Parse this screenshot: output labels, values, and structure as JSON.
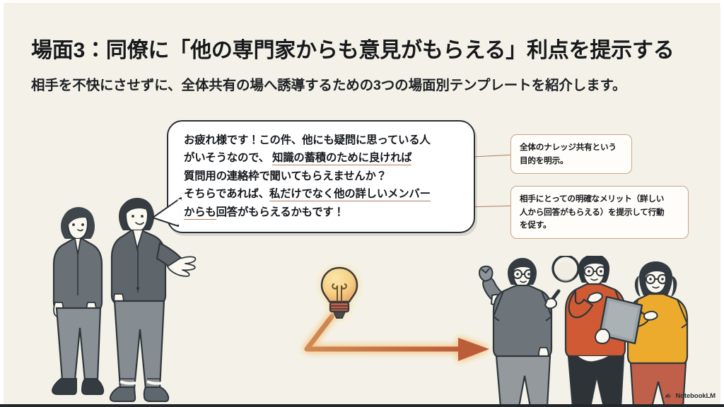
{
  "slide": {
    "title": "場面3：同僚に「他の専門家からも意見がもらえる」利点を提示する",
    "subtitle": "相手を不快にさせずに、全体共有の場へ誘導するための3つの場面別テンプレートを紹介します。",
    "background_color": "#f4f2e8"
  },
  "speech_bubble": {
    "line1": "お疲れ様です！この件、他にも疑問に思っている人",
    "line2_plain": "がいそうなので、 ",
    "line2_underlined": "知識の蓄積のために良ければ",
    "line3": "質問用の連絡枠で聞いてもらえませんか？",
    "line4_plain": "そちらであれば、",
    "line4_underlined": "私だけでなく他の詳しいメンバー",
    "line5_underlined": "からも",
    "line5_plain": "回答がもらえるかもです！",
    "fill_color": "#ffffff",
    "border_color": "#2b2f33",
    "underline_color": "#b07a5a"
  },
  "notes": [
    {
      "id": "note-1",
      "text": "全体のナレッジ共有という\n目的を明示。",
      "border_color": "#c9a48a",
      "fill_color": "#fffdf9"
    },
    {
      "id": "note-2",
      "text": "相手にとっての明確なメリット（詳しい\n人から回答がもらえる）を提示して行動\nを促す。",
      "border_color": "#c9a48a",
      "fill_color": "#fffdf9"
    }
  ],
  "illustration": {
    "lightbulb": {
      "name": "lightbulb-icon",
      "glass_color": "#f6d58a",
      "glow_color": "#e8a06a",
      "base_color": "#c0604a",
      "outline_color": "#3a3a3a"
    },
    "flow_arrow": {
      "name": "flow-arrow",
      "color": "#c3683f",
      "glow_color": "#f2c98a",
      "direction": "left-to-right"
    },
    "people_left": [
      {
        "name": "colleague-listening",
        "top_color": "#6a7176",
        "bottom_color": "#8a9196",
        "hair_color": "#3f474c"
      },
      {
        "name": "colleague-speaking",
        "top_color": "#5f666b",
        "bottom_color": "#868d92",
        "hair_color": "#353d42",
        "gesture": "open-hand"
      }
    ],
    "people_right": [
      {
        "name": "expert-with-wrench",
        "top_color": "#6e757a",
        "bottom_color": "#93999d",
        "hair_color": "#343c41",
        "prop": "wrench-icon",
        "glasses": true
      },
      {
        "name": "expert-with-magnifier",
        "top_color": "#cf5a34",
        "bottom_color": "#2e3338",
        "hair_color": "#2f363b",
        "prop": "magnifier-icon",
        "glasses": true
      },
      {
        "name": "expert-with-tablet",
        "top_color": "#edab2e",
        "bottom_color": "#c1604a",
        "hair_color": "#333b40",
        "prop": "tablet-icon",
        "glasses": true
      }
    ]
  },
  "watermark": {
    "label": "NotebookLM",
    "icon": "notebooklm-logo-icon"
  }
}
